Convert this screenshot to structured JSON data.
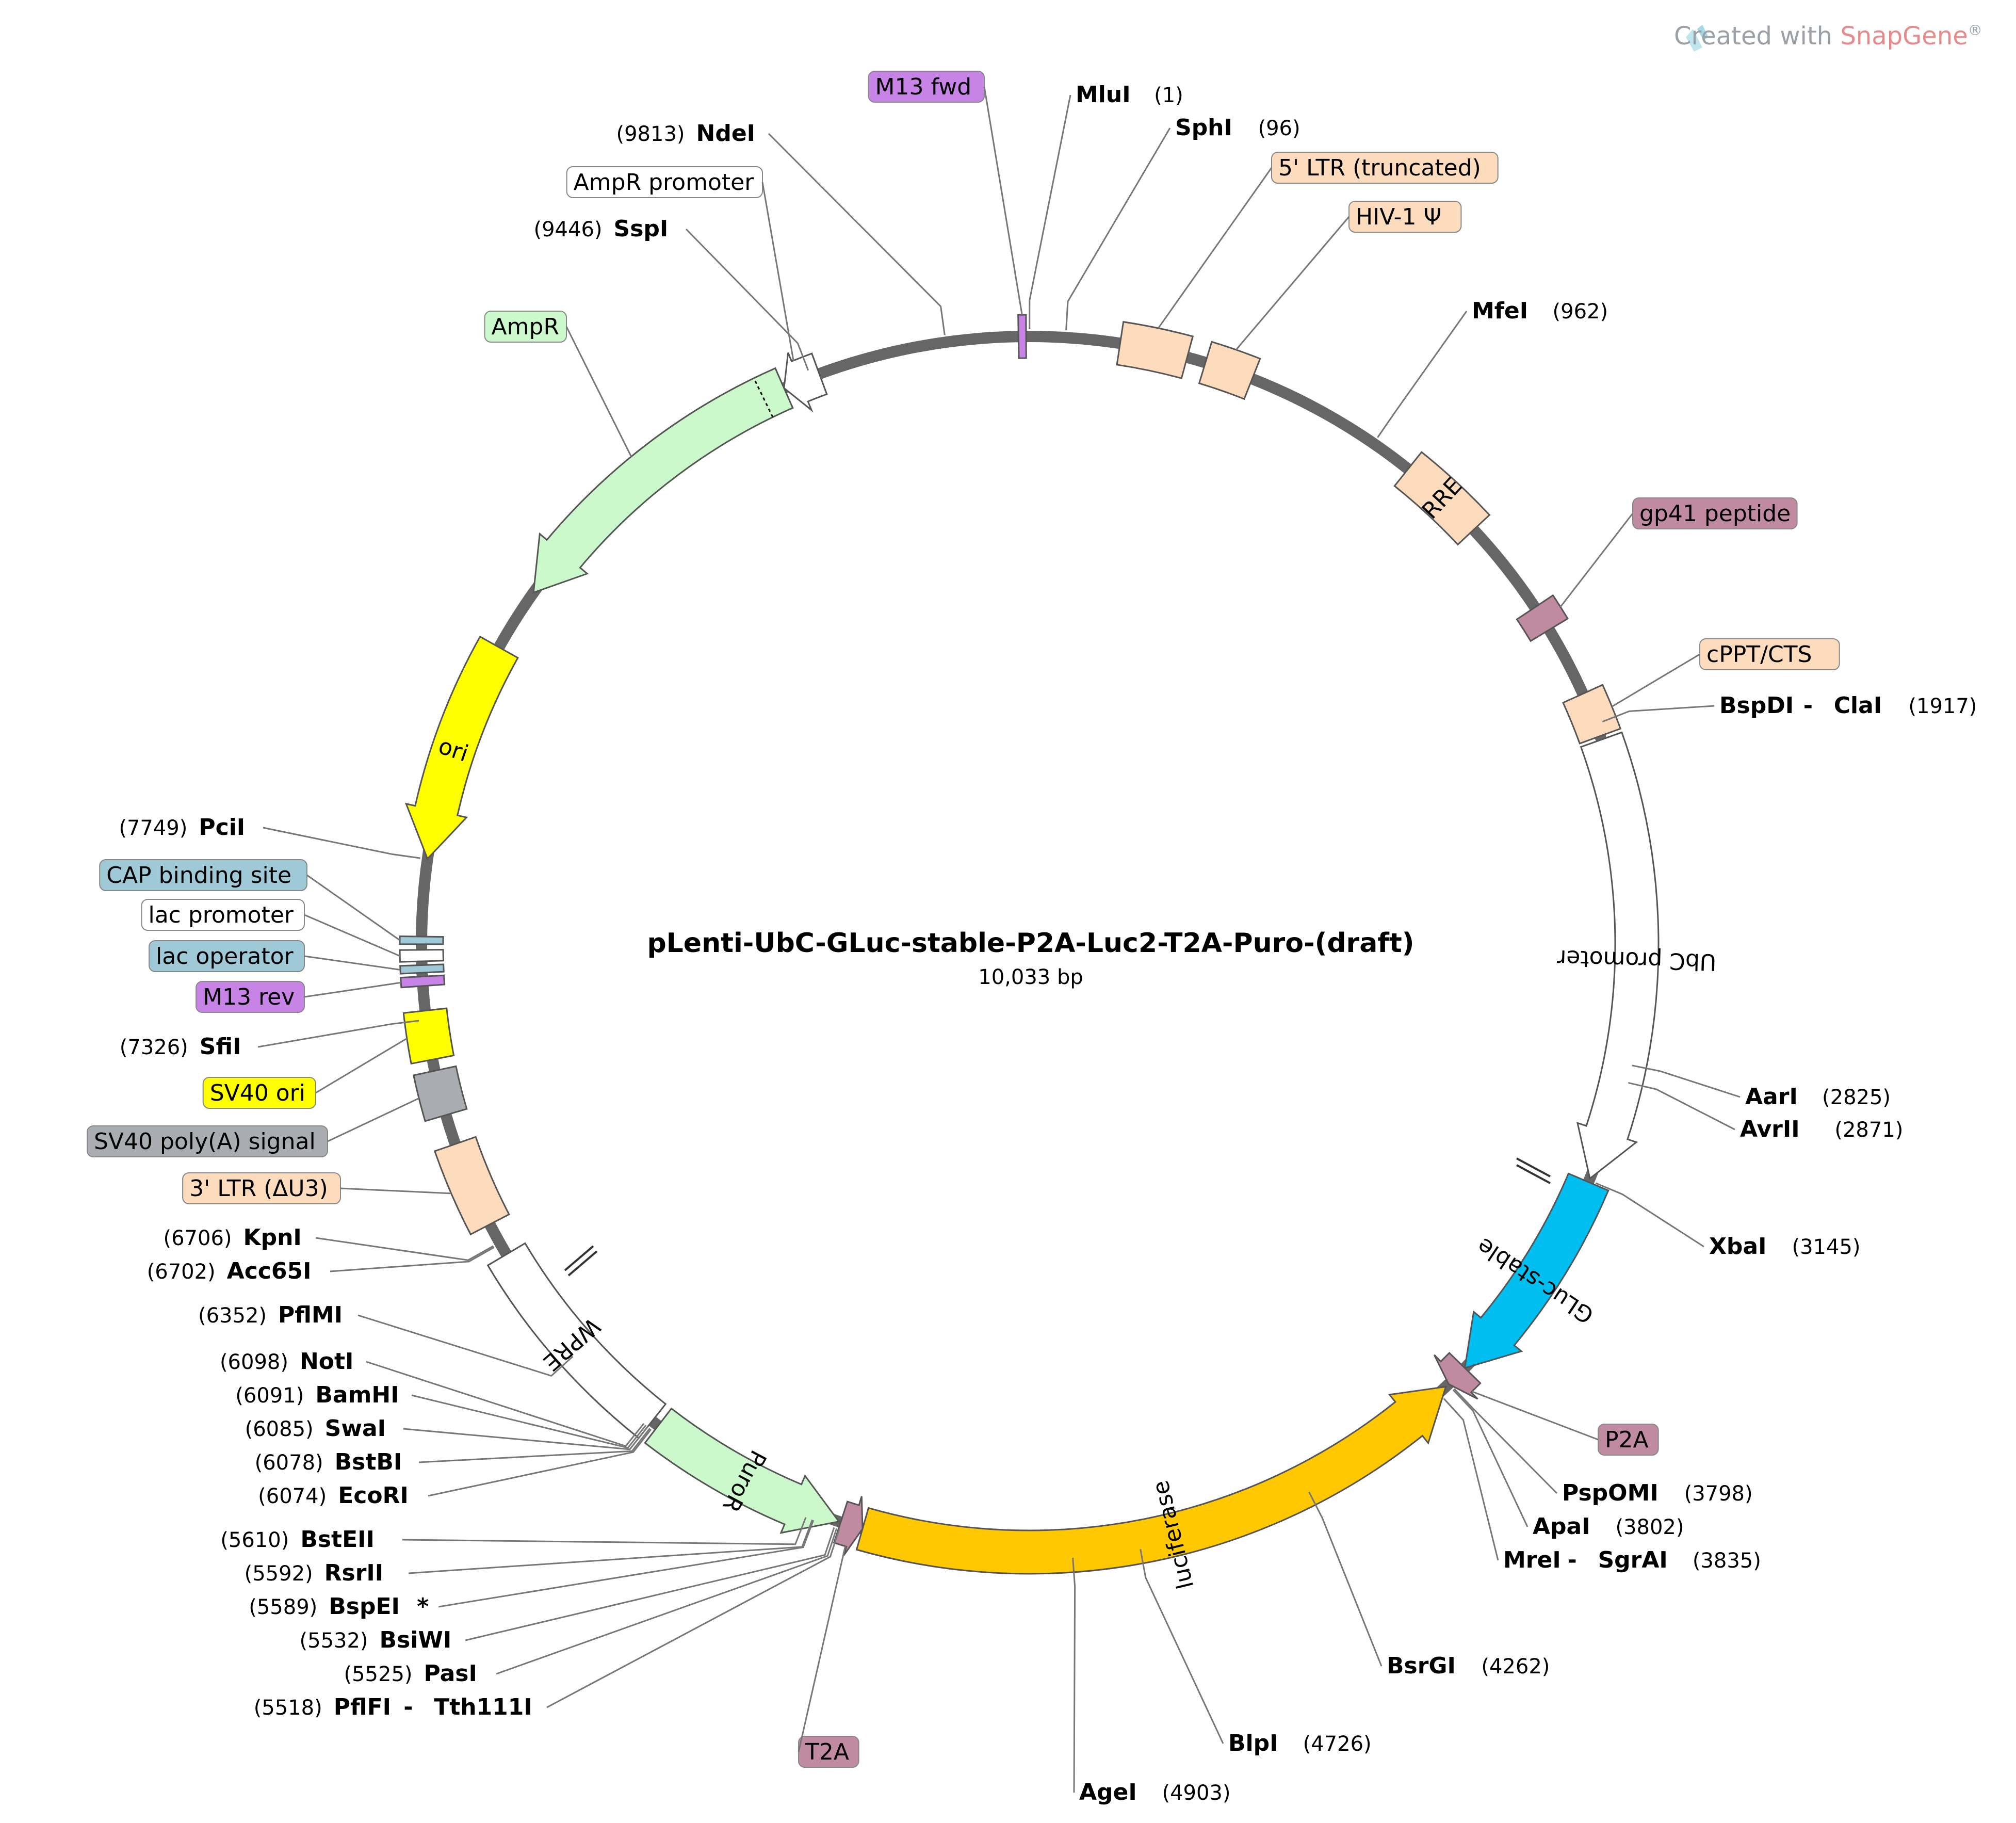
{
  "plasmid": {
    "name": "pLenti-UbC-GLuc-stable-P2A-Luc2-T2A-Puro-(draft)",
    "size_text": "10,033 bp",
    "length_bp": 10033
  },
  "brand": {
    "prefix": "Created with ",
    "name": "SnapGene",
    "mark": "®"
  },
  "colors": {
    "backbone": "#666666",
    "ltr": "#fddcbd",
    "ampr": "#ccf9cc",
    "ori": "#ffff00",
    "gluc": "#00bff0",
    "luciferase": "#ffc800",
    "peptide": "#c08aa0",
    "m13": "#c783e6",
    "cap": "#9fc9d6",
    "sv40_polya": "#a9adb2",
    "promoter": "#ffffff"
  },
  "features": [
    {
      "name": "5' LTR (truncated)",
      "color": "#fddcbd",
      "start": 240,
      "end": 420,
      "shape": "box"
    },
    {
      "name": "HIV-1 Ψ",
      "color": "#fddcbd",
      "start": 470,
      "end": 600,
      "shape": "box"
    },
    {
      "name": "RRE",
      "color": "#fddcbd",
      "start": 1075,
      "end": 1310,
      "shape": "box",
      "label_inside": true
    },
    {
      "name": "gp41 peptide",
      "color": "#c08aa0",
      "start": 1570,
      "end": 1640,
      "shape": "box"
    },
    {
      "name": "cPPT/CTS",
      "color": "#fddcbd",
      "start": 1830,
      "end": 1950,
      "shape": "box"
    },
    {
      "name": "UbC promoter",
      "color": "#ffffff",
      "start": 1960,
      "end": 3140,
      "shape": "arrow",
      "label_inside": true
    },
    {
      "name": "GLuc-stable",
      "color": "#00bff0",
      "start": 3150,
      "end": 3740,
      "shape": "arrow",
      "label_inside": true
    },
    {
      "name": "P2A",
      "color": "#c08aa0",
      "start": 3740,
      "end": 3800,
      "shape": "arrow"
    },
    {
      "name": "luciferase",
      "color": "#ffc800",
      "start": 3810,
      "end": 5460,
      "shape": "arrow-rev",
      "label_inside": true
    },
    {
      "name": "T2A",
      "color": "#c08aa0",
      "start": 5460,
      "end": 5520,
      "shape": "arrow-rev"
    },
    {
      "name": "PuroR",
      "color": "#ccf9cc",
      "start": 5525,
      "end": 6065,
      "shape": "arrow-rev",
      "label_inside": true
    },
    {
      "name": "WPRE",
      "color": "#ffffff",
      "start": 6085,
      "end": 6670,
      "shape": "box",
      "label_inside": true
    },
    {
      "name": "3' LTR (ΔU3)",
      "color": "#fddcbd",
      "start": 6760,
      "end": 6990,
      "shape": "box"
    },
    {
      "name": "SV40 poly(A) signal",
      "color": "#a9adb2",
      "start": 7070,
      "end": 7190,
      "shape": "box"
    },
    {
      "name": "SV40 ori",
      "color": "#ffff00",
      "start": 7220,
      "end": 7350,
      "shape": "box"
    },
    {
      "name": "M13 rev",
      "color": "#c783e6",
      "start": 7415,
      "end": 7440,
      "shape": "box"
    },
    {
      "name": "lac operator",
      "color": "#9fc9d6",
      "start": 7450,
      "end": 7470,
      "shape": "box"
    },
    {
      "name": "lac promoter",
      "color": "#ffffff",
      "start": 7480,
      "end": 7510,
      "shape": "box"
    },
    {
      "name": "CAP binding site",
      "color": "#9fc9d6",
      "start": 7525,
      "end": 7545,
      "shape": "box"
    },
    {
      "name": "ori",
      "color": "#ffff00",
      "start": 7750,
      "end": 8340,
      "shape": "arrow-rev",
      "label_inside": true
    },
    {
      "name": "AmpR",
      "color": "#ccf9cc",
      "start": 8510,
      "end": 9370,
      "shape": "arrow-rev"
    },
    {
      "name": "AmpR promoter",
      "color": "#ffffff",
      "start": 9370,
      "end": 9470,
      "shape": "arrow-rev"
    },
    {
      "name": "M13 fwd",
      "color": "#c783e6",
      "start": 10005,
      "end": 10025,
      "shape": "box"
    }
  ],
  "sites": [
    {
      "name": "MluI",
      "position": "(1)"
    },
    {
      "name": "SphI",
      "position": "(96)"
    },
    {
      "name": "MfeI",
      "position": "(962)"
    },
    {
      "name": "BspDI",
      "name2": "ClaI",
      "position": "(1917)"
    },
    {
      "name": "AarI",
      "position": "(2825)"
    },
    {
      "name": "AvrII",
      "position": "(2871)"
    },
    {
      "name": "XbaI",
      "position": "(3145)"
    },
    {
      "name": "PspOMI",
      "position": "(3798)"
    },
    {
      "name": "ApaI",
      "position": "(3802)"
    },
    {
      "name": "MreI",
      "name2": "SgrAI",
      "position": "(3835)"
    },
    {
      "name": "BsrGI",
      "position": "(4262)"
    },
    {
      "name": "BlpI",
      "position": "(4726)"
    },
    {
      "name": "AgeI",
      "position": "(4903)"
    },
    {
      "name": "PflFI",
      "name2": "Tth111I",
      "position": "(5518)"
    },
    {
      "name": "PasI",
      "position": "(5525)"
    },
    {
      "name": "BsiWI",
      "position": "(5532)"
    },
    {
      "name": "BspEI",
      "name2": "*",
      "position": "(5589)"
    },
    {
      "name": "RsrII",
      "position": "(5592)"
    },
    {
      "name": "BstEII",
      "position": "(5610)"
    },
    {
      "name": "EcoRI",
      "position": "(6074)"
    },
    {
      "name": "BstBI",
      "position": "(6078)"
    },
    {
      "name": "SwaI",
      "position": "(6085)"
    },
    {
      "name": "BamHI",
      "position": "(6091)"
    },
    {
      "name": "NotI",
      "position": "(6098)"
    },
    {
      "name": "PflMI",
      "position": "(6352)"
    },
    {
      "name": "Acc65I",
      "position": "(6702)"
    },
    {
      "name": "KpnI",
      "position": "(6706)"
    },
    {
      "name": "SfiI",
      "position": "(7326)"
    },
    {
      "name": "PciI",
      "position": "(7749)"
    },
    {
      "name": "SspI",
      "position": "(9446)"
    },
    {
      "name": "NdeI",
      "position": "(9813)"
    }
  ]
}
